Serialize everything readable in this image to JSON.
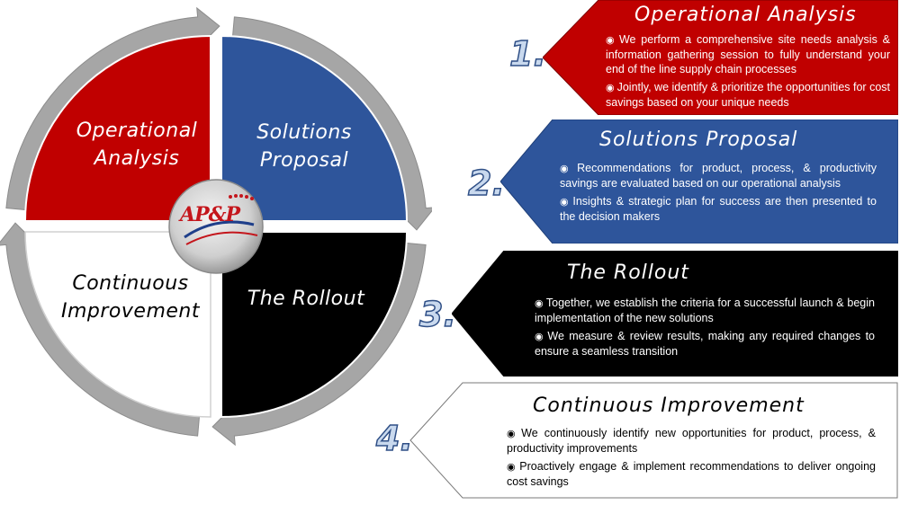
{
  "cycle": {
    "quadrants": [
      {
        "line1": "Operational",
        "line2": "Analysis",
        "color": "#c00000",
        "text_color": "#ffffff"
      },
      {
        "line1": "Solutions",
        "line2": "Proposal",
        "color": "#2e559b",
        "text_color": "#ffffff"
      },
      {
        "line1": "The Rollout",
        "line2": "",
        "color": "#000000",
        "text_color": "#ffffff"
      },
      {
        "line1": "Continuous",
        "line2": "Improvement",
        "color": "#ffffff",
        "text_color": "#000000"
      }
    ],
    "arrow_color": "#a6a6a6"
  },
  "logo": {
    "text": "AP&P"
  },
  "steps": [
    {
      "number": "1.",
      "title": "Operational Analysis",
      "fill": "#c00000",
      "text_color": "#ffffff",
      "bullets": [
        "We perform a comprehensive site needs analysis & information gathering session to fully understand your end of the line supply chain processes",
        "Jointly, we identify & prioritize the opportunities for cost savings based on your unique needs"
      ]
    },
    {
      "number": "2.",
      "title": "Solutions Proposal",
      "fill": "#2e559b",
      "text_color": "#ffffff",
      "bullets": [
        "Recommendations for product, process, & productivity savings are evaluated based on our operational analysis",
        "Insights & strategic plan for success are then presented to the decision makers"
      ]
    },
    {
      "number": "3.",
      "title": "The Rollout",
      "fill": "#000000",
      "text_color": "#ffffff",
      "bullets": [
        "Together, we establish the criteria for a successful launch & begin implementation of the new solutions",
        "We measure & review results, making any required changes to ensure a seamless transition"
      ]
    },
    {
      "number": "4.",
      "title": "Continuous Improvement",
      "fill": "#ffffff",
      "text_color": "#000000",
      "bullets": [
        "We continuously identify new opportunities for product, process, & productivity improvements",
        "Proactively engage & implement recommendations to deliver ongoing cost savings"
      ]
    }
  ],
  "bullet_glyph": "◉"
}
